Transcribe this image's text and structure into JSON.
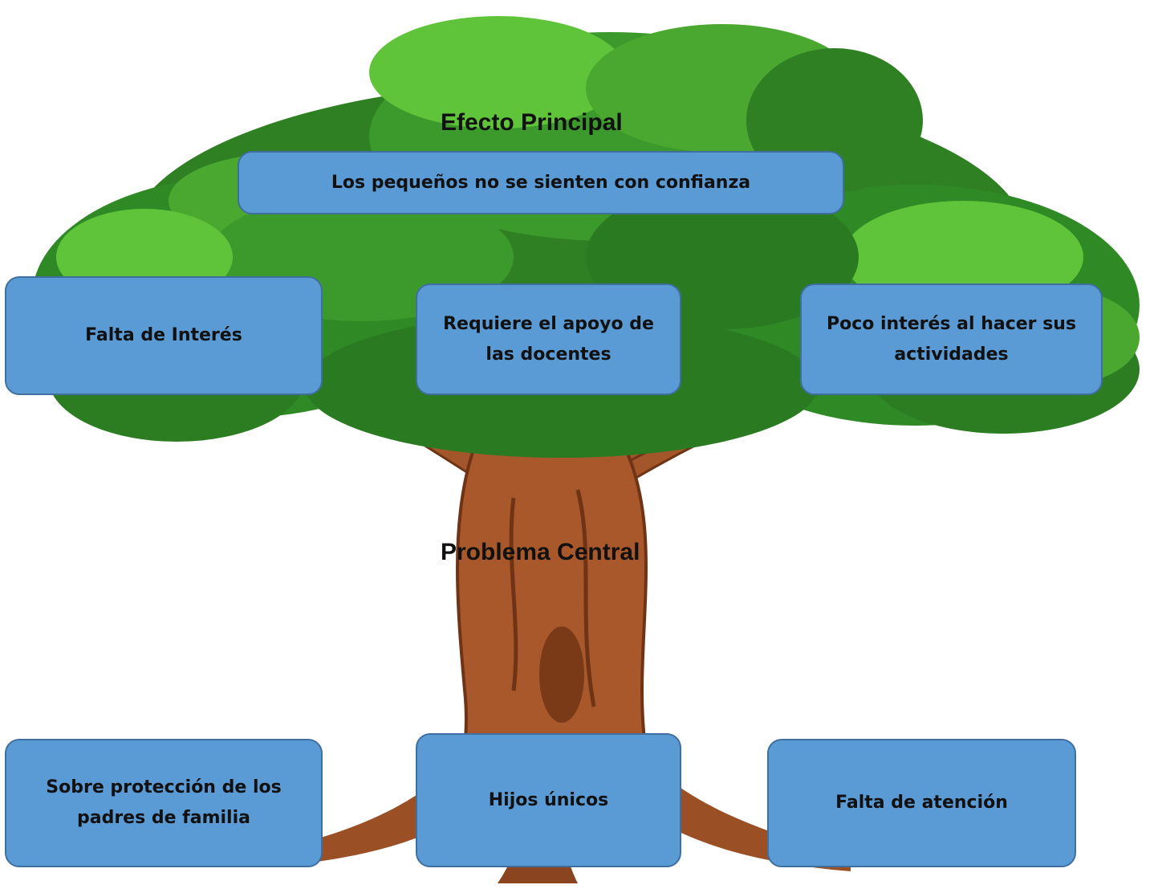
{
  "headings": {
    "effect": "Efecto Principal",
    "problem": "Problema Central"
  },
  "effects": {
    "main": "Los pequeños no se sienten con confianza",
    "items": [
      "Falta de Interés",
      "Requiere el apoyo de las docentes",
      "Poco interés al hacer sus actividades"
    ]
  },
  "causes": {
    "items": [
      "Sobre protección de los padres de familia",
      "Hijos únicos",
      "Falta de atención"
    ]
  },
  "colors": {
    "box_fill": "#5b9bd5",
    "box_border": "#3f6fa0",
    "foliage_light": "#5fc43a",
    "foliage_mid": "#3e9a2a",
    "foliage_dark": "#2a7a22",
    "trunk": "#a8582a",
    "trunk_dark": "#6e3415"
  }
}
